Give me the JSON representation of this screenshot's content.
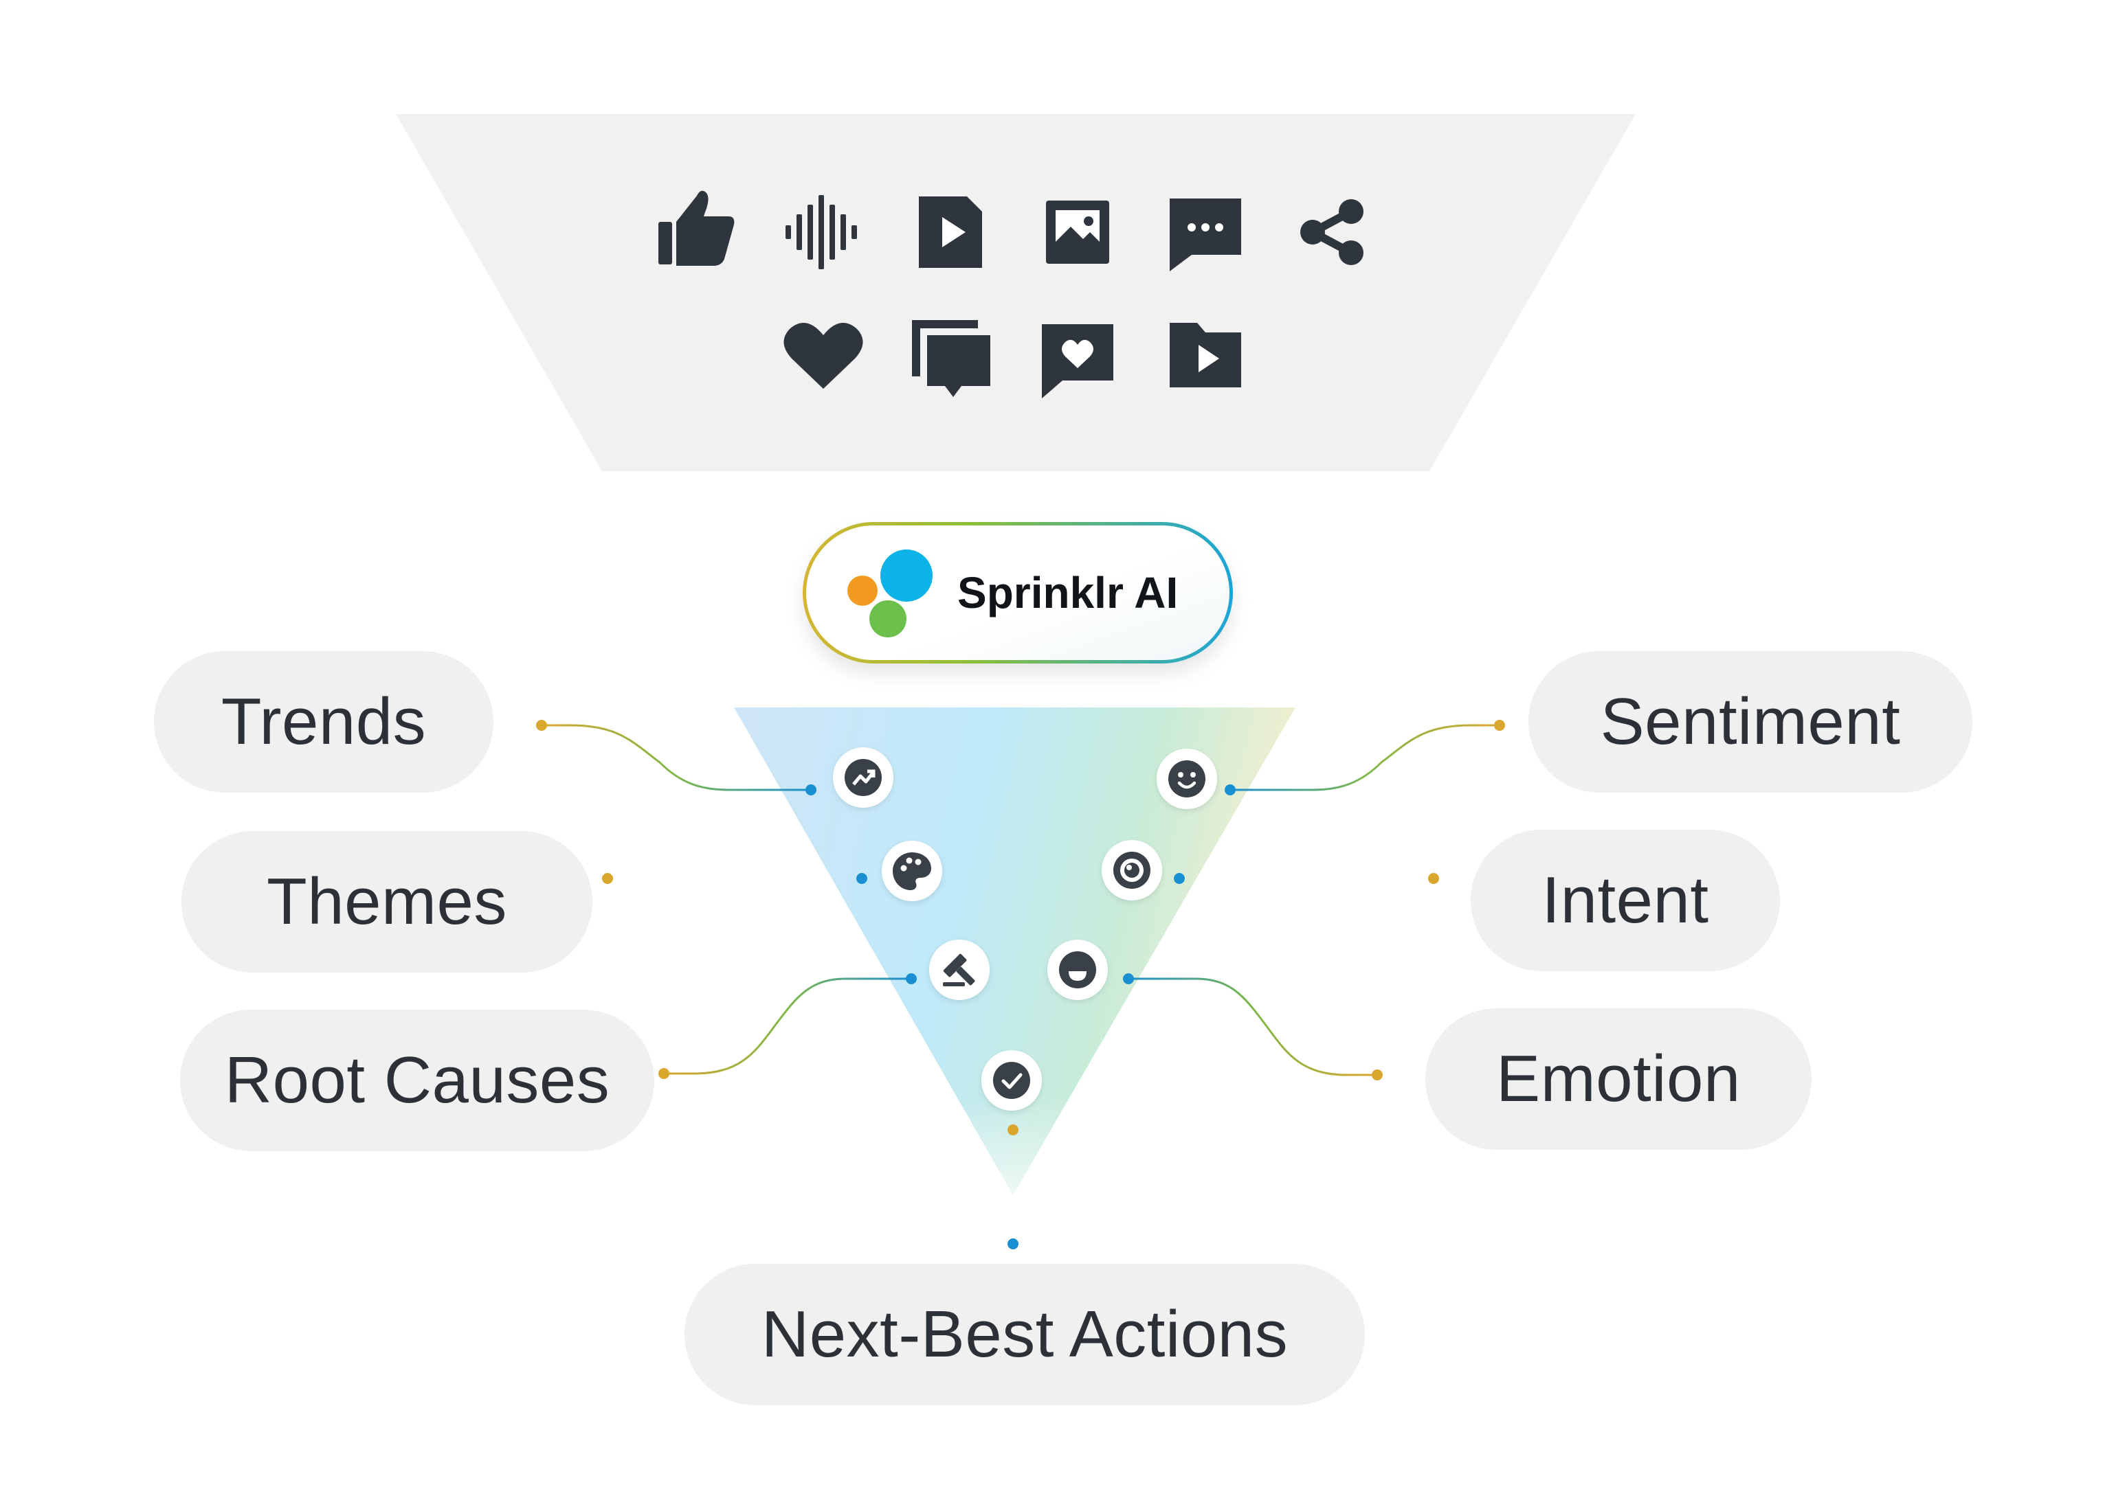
{
  "brand": {
    "name": "Sprinklr AI",
    "colors": {
      "orange": "#f39a21",
      "blue": "#0bb3e8",
      "green": "#6cbf4a"
    }
  },
  "source_icons": {
    "row1": [
      "thumbs-up-icon",
      "audio-waveform-icon",
      "video-file-icon",
      "image-icon",
      "chat-bubble-icon",
      "share-icon"
    ],
    "row2": [
      "heart-icon",
      "multiple-chats-icon",
      "heart-message-icon",
      "video-folder-icon"
    ]
  },
  "insights": {
    "left": [
      {
        "label": "Trends",
        "icon": "trend-chart-icon"
      },
      {
        "label": "Themes",
        "icon": "palette-icon"
      },
      {
        "label": "Root Causes",
        "icon": "gavel-icon"
      }
    ],
    "right": [
      {
        "label": "Sentiment",
        "icon": "smiley-face-icon"
      },
      {
        "label": "Intent",
        "icon": "eye-target-icon"
      },
      {
        "label": "Emotion",
        "icon": "happy-face-icon"
      }
    ],
    "bottom": {
      "label": "Next-Best Actions",
      "icon": "check-circle-icon"
    }
  },
  "colors": {
    "icon_dark": "#2e353c",
    "pill_bg": "#f0f0f0",
    "trapezoid_bg": "#f1f1f1",
    "connector_gold": "#d9a62e",
    "connector_blue": "#1a8fd1"
  }
}
